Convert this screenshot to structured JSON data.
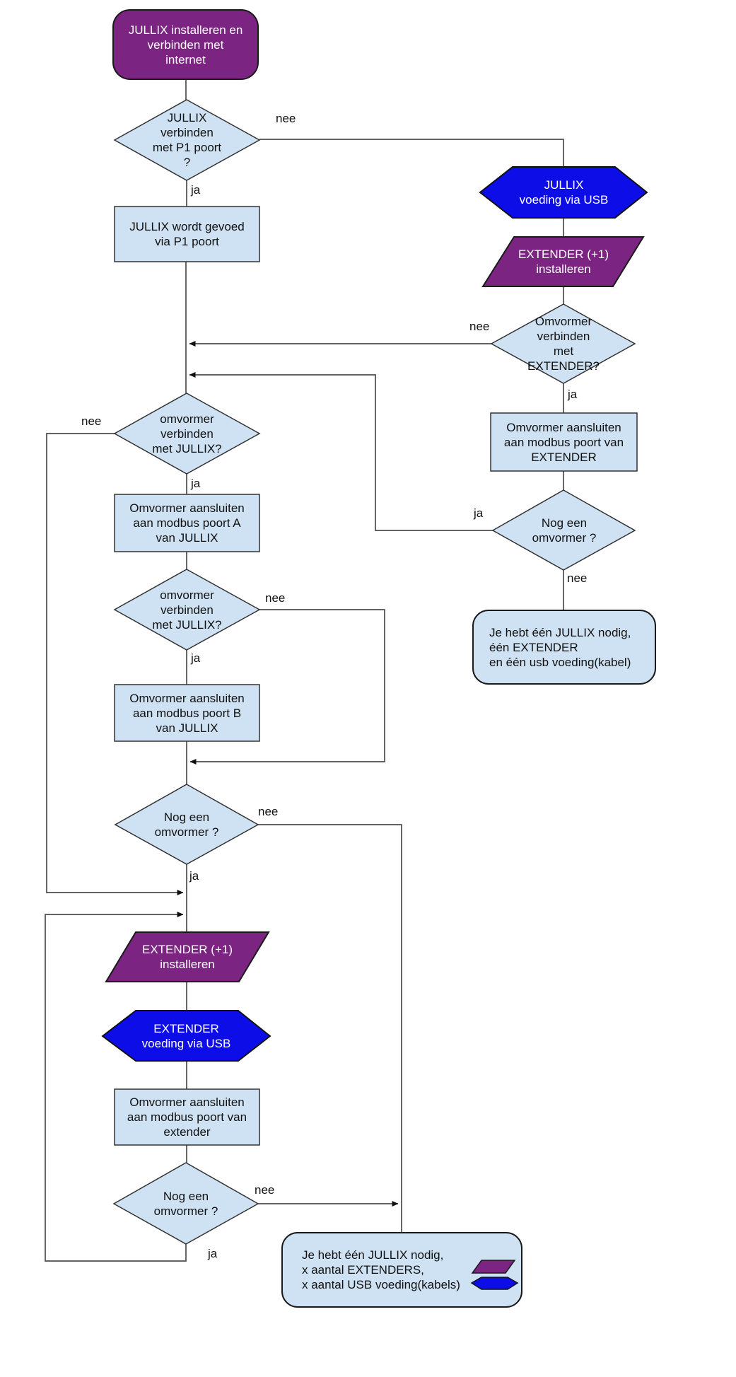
{
  "colors": {
    "purple": "#7B2482",
    "blue": "#0D0DE8",
    "light_blue": "#CFE2F3",
    "line": "#4d4d4d",
    "border_dark": "#1a1a1a",
    "border_shape": "#333333",
    "text_dark": "#111111",
    "text_light": "#ffffff"
  },
  "labels": {
    "yes": "ja",
    "no": "nee"
  },
  "nodes": {
    "start": {
      "label": "JULLIX installeren en\nverbinden met\ninternet"
    },
    "connect_p1": {
      "label": "JULLIX\nverbinden\nmet P1 poort\n?"
    },
    "p1_powered": {
      "label": "JULLIX wordt gevoed\nvia P1 poort"
    },
    "jullix_usb": {
      "label": "JULLIX\nvoeding via USB"
    },
    "extender_install_right": {
      "label": "EXTENDER (+1)\ninstalleren"
    },
    "connect_extender": {
      "label": "Omvormer\nverbinden\nmet\nEXTENDER?"
    },
    "modbus_extender_right": {
      "label": "Omvormer aansluiten\naan modbus poort van\nEXTENDER"
    },
    "more_inverter_right": {
      "label": "Nog een\nomvormer ?"
    },
    "note_right": {
      "label": "Je hebt één JULLIX nodig,\néén EXTENDER\nen één usb voeding(kabel)"
    },
    "connect_jullix_a": {
      "label": "omvormer\nverbinden\nmet JULLIX?"
    },
    "modbus_a": {
      "label": "Omvormer aansluiten\naan modbus poort A\nvan JULLIX"
    },
    "connect_jullix_b": {
      "label": "omvormer\nverbinden\nmet JULLIX?"
    },
    "modbus_b": {
      "label": "Omvormer aansluiten\naan modbus poort B\nvan JULLIX"
    },
    "more_inverter_mid": {
      "label": "Nog een\nomvormer ?"
    },
    "extender_install_left": {
      "label": "EXTENDER (+1)\ninstalleren"
    },
    "extender_usb": {
      "label": "EXTENDER\nvoeding via USB"
    },
    "modbus_extender_left": {
      "label": "Omvormer aansluiten\naan modbus poort van\nextender"
    },
    "more_inverter_bottom": {
      "label": "Nog een\nomvormer ?"
    },
    "note_bottom": {
      "label": "Je hebt één JULLIX nodig,\nx aantal EXTENDERS,\nx aantal USB voeding(kabels)"
    }
  }
}
